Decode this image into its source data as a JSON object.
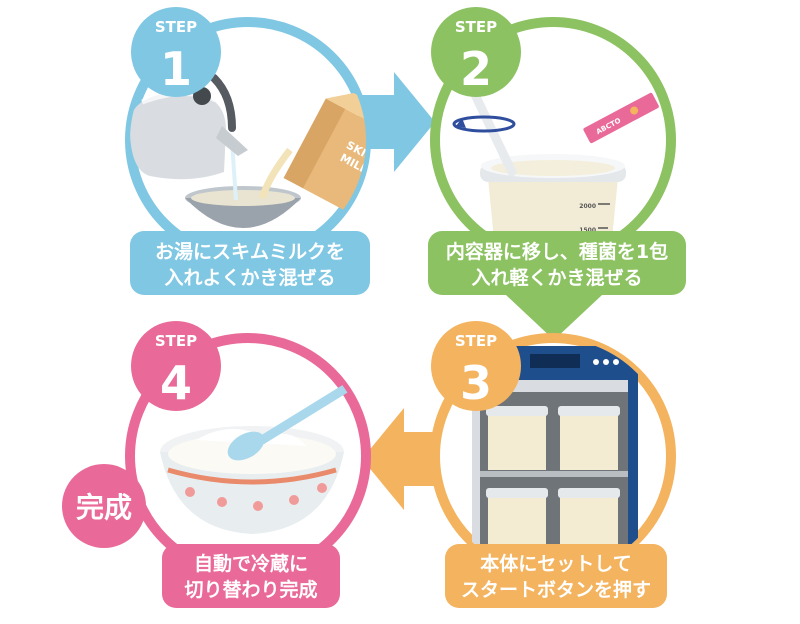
{
  "steps": [
    {
      "step_word": "STEP",
      "number": "1",
      "line1": "お湯にスキムミルクを",
      "line2": "入れよくかき混ぜる",
      "color": "#7fc7e3"
    },
    {
      "step_word": "STEP",
      "number": "2",
      "line1": "内容器に移し、種菌を1包",
      "line2": "入れ軽くかき混ぜる",
      "color": "#8cc262"
    },
    {
      "step_word": "STEP",
      "number": "3",
      "line1": "本体にセットして",
      "line2": "スタートボタンを押す",
      "color": "#f4b35e"
    },
    {
      "step_word": "STEP",
      "number": "4",
      "line1": "自動で冷蔵に",
      "line2": "切り替わり完成",
      "color": "#e96a98"
    }
  ],
  "complete_badge": "完成",
  "milk_carton_text": {
    "line1": "SKIM",
    "line2": "MILK"
  },
  "container_marks": {
    "top": "2000",
    "bottom": "1500"
  },
  "seed_packet_text": "ABCTO"
}
